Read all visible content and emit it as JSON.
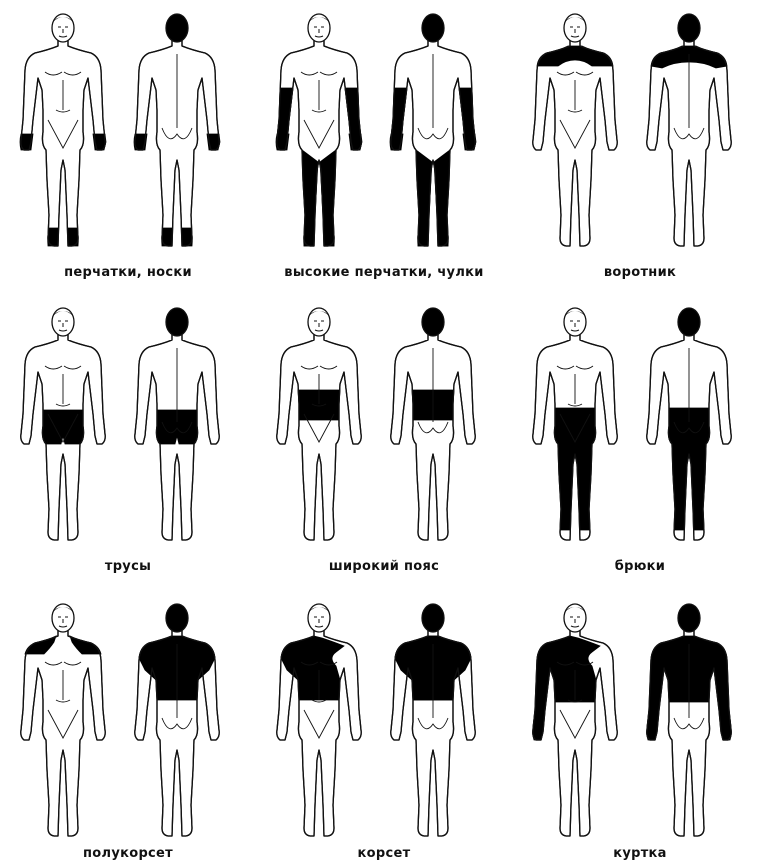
{
  "colors": {
    "ink": "#111111",
    "fill": "#000000",
    "paper": "#ffffff"
  },
  "panels": [
    {
      "label": "перчатки, носки",
      "zones": [
        "hands",
        "feet"
      ]
    },
    {
      "label": "высокие перчатки, чулки",
      "zones": [
        "forearms",
        "hands",
        "legs_lower",
        "feet"
      ]
    },
    {
      "label": "воротник",
      "zones": [
        "collar"
      ]
    },
    {
      "label": "трусы",
      "zones": [
        "shorts"
      ]
    },
    {
      "label": "широкий пояс",
      "zones": [
        "belt"
      ]
    },
    {
      "label": "брюки",
      "zones": [
        "trousers"
      ]
    },
    {
      "label": "полукорсет",
      "zones": [
        "collar_front",
        "vest_back"
      ]
    },
    {
      "label": "корсет",
      "zones": [
        "corset_front_one_shoulder",
        "vest_back"
      ]
    },
    {
      "label": "куртка",
      "zones": [
        "jacket"
      ]
    }
  ]
}
